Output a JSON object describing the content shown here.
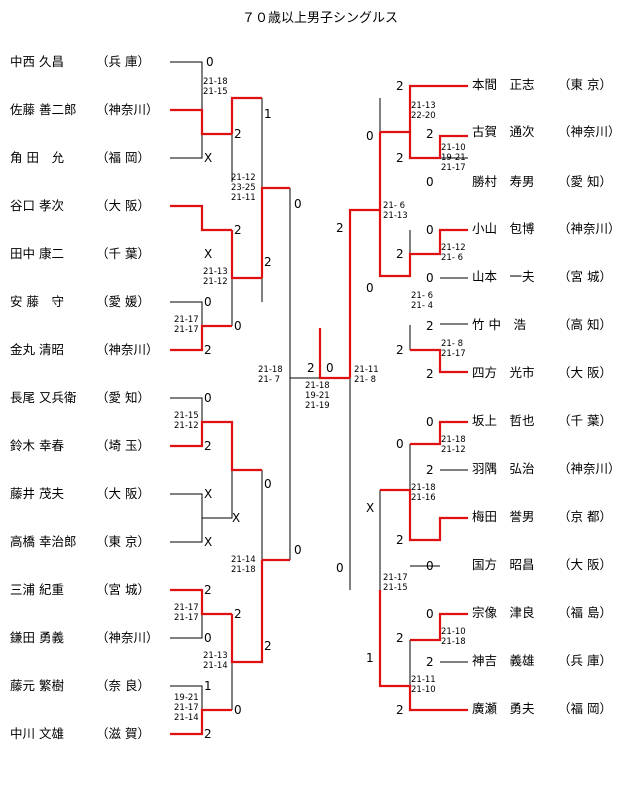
{
  "title": "７０歳以上男子シングルス",
  "left_players": [
    {
      "name": "中西 久昌",
      "pref": "（兵 庫）"
    },
    {
      "name": "佐藤 善二郎",
      "pref": "（神奈川）"
    },
    {
      "name": "角 田　允",
      "pref": "（福 岡）"
    },
    {
      "name": "谷口 孝次",
      "pref": "（大 阪）"
    },
    {
      "name": "田中 康二",
      "pref": "（千 葉）"
    },
    {
      "name": "安 藤　守",
      "pref": "（愛 媛）"
    },
    {
      "name": "金丸 清昭",
      "pref": "（神奈川）"
    },
    {
      "name": "長尾 又兵衛",
      "pref": "（愛 知）"
    },
    {
      "name": "鈴木 幸春",
      "pref": "（埼 玉）"
    },
    {
      "name": "藤井 茂夫",
      "pref": "（大 阪）"
    },
    {
      "name": "高橋 幸治郎",
      "pref": "（東 京）"
    },
    {
      "name": "三浦 紀重",
      "pref": "（宮 城）"
    },
    {
      "name": "鎌田 勇義",
      "pref": "（神奈川）"
    },
    {
      "name": "藤元 繁樹",
      "pref": "（奈 良）"
    },
    {
      "name": "中川 文雄",
      "pref": "（滋 賀）"
    }
  ],
  "right_players": [
    {
      "name": "本間　正志",
      "pref": "（東 京）"
    },
    {
      "name": "古賀　通次",
      "pref": "（神奈川）"
    },
    {
      "name": "勝村　寿男",
      "pref": "（愛 知）"
    },
    {
      "name": "小山　包博",
      "pref": "（神奈川）"
    },
    {
      "name": "山本　一夫",
      "pref": "（宮 城）"
    },
    {
      "name": "竹 中　浩",
      "pref": "（高 知）"
    },
    {
      "name": "四方　光市",
      "pref": "（大 阪）"
    },
    {
      "name": "坂上　哲也",
      "pref": "（千 葉）"
    },
    {
      "name": "羽隅　弘治",
      "pref": "（神奈川）"
    },
    {
      "name": "梅田　誉男",
      "pref": "（京 都）"
    },
    {
      "name": "国方　昭昌",
      "pref": "（大 阪）"
    },
    {
      "name": "宗像　津良",
      "pref": "（福 島）"
    },
    {
      "name": "神吉　義雄",
      "pref": "（兵 庫）"
    },
    {
      "name": "廣瀬　勇夫",
      "pref": "（福 岡）"
    }
  ],
  "scores": [
    "0",
    "2",
    "X",
    "1",
    "2",
    "X",
    "0",
    "0",
    "2",
    "2",
    "0",
    "0",
    "2",
    "X",
    "X",
    "X",
    "0",
    "2",
    "0",
    "2",
    "2",
    "0",
    "1",
    "2",
    "0",
    "2",
    "0",
    "2",
    "2",
    "2",
    "0",
    "0",
    "2",
    "0",
    "2",
    "0",
    "0",
    "2",
    "2",
    "2",
    "0",
    "0",
    "2",
    "X",
    "2",
    "0",
    "0",
    "0",
    "2",
    "2",
    "1",
    "2"
  ],
  "set_scores": [
    "21-18",
    "21-15",
    "21-12",
    "23-25",
    "21-11",
    "21-13",
    "21-12",
    "21-17",
    "21-17",
    "21-15",
    "21-12",
    "21-14",
    "21-18",
    "21-17",
    "21-17",
    "21-13",
    "21-14",
    "19-21",
    "21-17",
    "21-14",
    "21-18",
    "21- 7",
    "21-18",
    "19-21",
    "21-19",
    "21-13",
    "22-20",
    "21-10",
    "19-21",
    "21-17",
    "21- 6",
    "21-13",
    "21-12",
    "21- 6",
    "21- 6",
    "21- 4",
    "21- 8",
    "21-17",
    "21-11",
    "21- 8",
    "21-18",
    "21-12",
    "21-18",
    "21-16",
    "21-10",
    "21-18",
    "21-17",
    "21-15",
    "21-11",
    "21-10"
  ]
}
